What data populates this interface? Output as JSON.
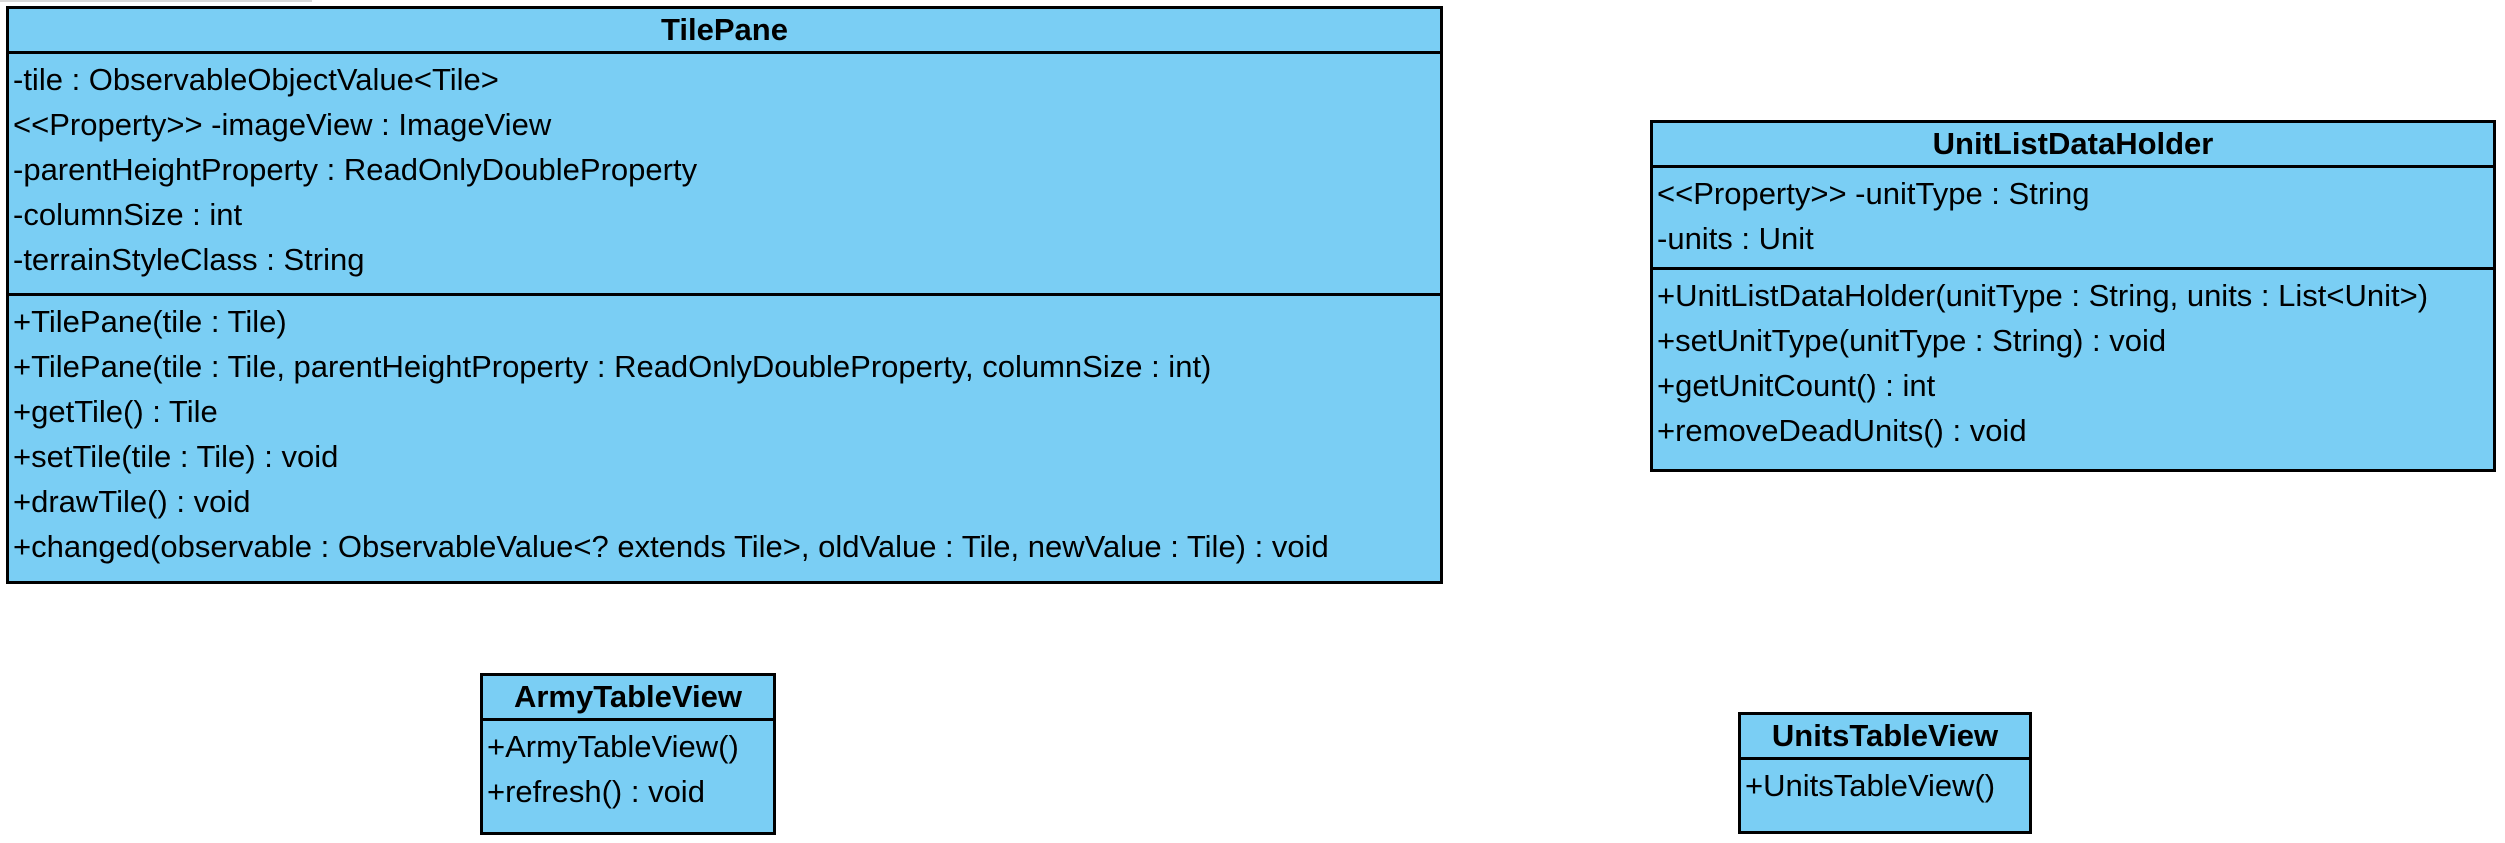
{
  "classes": {
    "tilepane": {
      "name": "TilePane",
      "attributes": [
        "-tile : ObservableObjectValue<Tile>",
        "<<Property>> -imageView : ImageView",
        "-parentHeightProperty : ReadOnlyDoubleProperty",
        "-columnSize : int",
        "-terrainStyleClass : String"
      ],
      "operations": [
        "+TilePane(tile : Tile)",
        "+TilePane(tile : Tile, parentHeightProperty : ReadOnlyDoubleProperty, columnSize : int)",
        "+getTile() : Tile",
        "+setTile(tile : Tile) : void",
        "+drawTile() : void",
        "+changed(observable : ObservableValue<? extends Tile>, oldValue : Tile, newValue : Tile) : void"
      ]
    },
    "unitlist": {
      "name": "UnitListDataHolder",
      "attributes": [
        "<<Property>> -unitType : String",
        "-units : Unit"
      ],
      "operations": [
        "+UnitListDataHolder(unitType : String, units : List<Unit>)",
        "+setUnitType(unitType : String) : void",
        "+getUnitCount() : int",
        "+removeDeadUnits() : void"
      ]
    },
    "army": {
      "name": "ArmyTableView",
      "operations": [
        "+ArmyTableView()",
        "+refresh() : void"
      ]
    },
    "units": {
      "name": "UnitsTableView",
      "operations": [
        "+UnitsTableView()"
      ]
    }
  },
  "colors": {
    "class_fill": "#7acef4",
    "border": "#000000"
  }
}
